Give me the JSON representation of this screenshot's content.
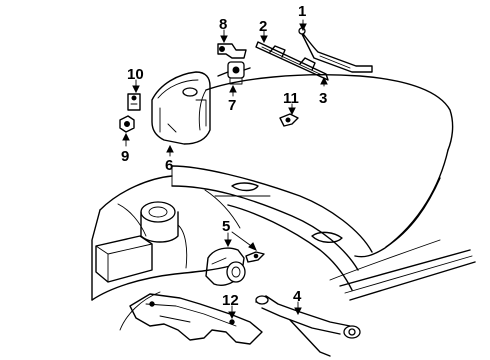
{
  "callouts": {
    "c1": "1",
    "c2": "2",
    "c3": "3",
    "c4": "4",
    "c5": "5",
    "c6": "6",
    "c7": "7",
    "c8": "8",
    "c9": "9",
    "c10": "10",
    "c11": "11",
    "c12": "12"
  },
  "parts": {
    "p1": "wiper-arm-right",
    "p2": "wiper-arm-left",
    "p3": "wiper-blade",
    "p4": "wiper-linkage-transmission",
    "p5": "wiper-motor",
    "p6": "washer-reservoir",
    "p7": "washer-pump",
    "p8": "washer-pump-bracket",
    "p9": "washer-nozzle",
    "p10": "washer-fluid-level-sensor",
    "p11": "windshield-washer-nozzle",
    "p12": "cowl-panel"
  }
}
